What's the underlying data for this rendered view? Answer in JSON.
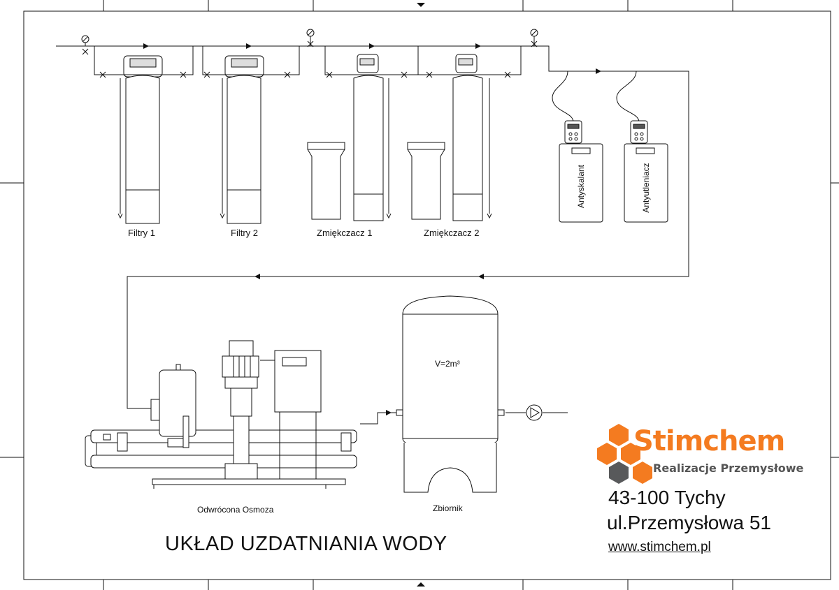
{
  "title": "UKŁAD UZDATNIANIA WODY",
  "equipment": {
    "filter_1": "Filtry 1",
    "filter_2": "Filtry  2",
    "softener_1": "Zmiękczacz 1",
    "softener_2": "Zmiękczacz 2",
    "antiscalant": "Antyskalant",
    "antioxidant": "Antyutleniacz",
    "reverse_osmosis": "Odwrócona Osmoza",
    "tank": "Zbiornik",
    "tank_volume": "V=2m³"
  },
  "company": {
    "name": "Stimchem",
    "tagline": "Realizacje Przemysłowe",
    "address_line_1": "43-100 Tychy",
    "address_line_2": "ul.Przemysłowa 51",
    "website": "www.stimchem.pl"
  },
  "colors": {
    "brand_orange": "#f47b20",
    "brand_gray": "#58595b",
    "line": "#111111"
  }
}
